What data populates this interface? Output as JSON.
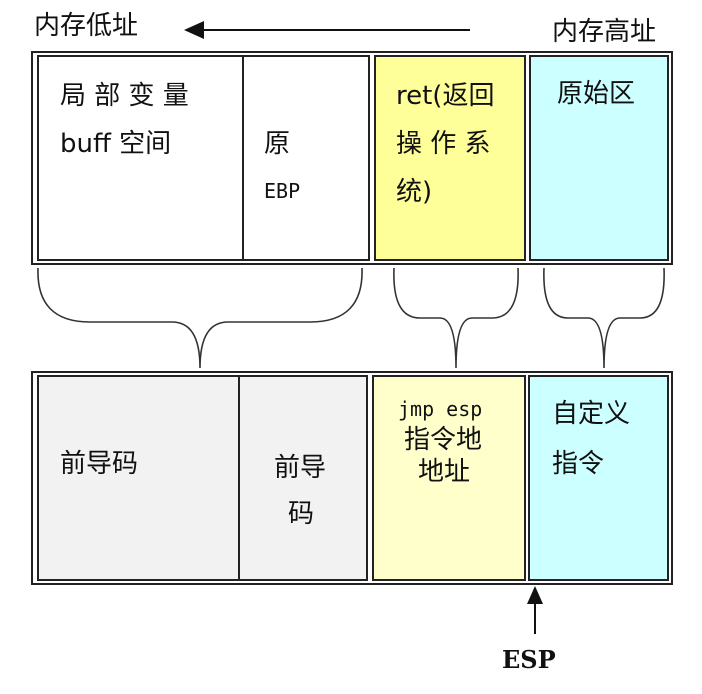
{
  "header": {
    "low_address": "内存低址",
    "high_address": "内存高址"
  },
  "top_row": {
    "local_var": {
      "line1": "局 部 变 量",
      "line2": "buff 空间",
      "color": "#ffffff"
    },
    "orig_ebp": {
      "line1": "原",
      "line2": "EBP",
      "color": "#ffffff"
    },
    "ret": {
      "line1": "ret(返回",
      "line2": "操 作 系",
      "line3": "统)",
      "color": "#ffff99"
    },
    "orig_area": {
      "line1": "原始区",
      "color": "#ccffff"
    }
  },
  "bottom_row": {
    "preamble_1": {
      "line1": "前导码",
      "color": "#f2f2f2"
    },
    "preamble_2": {
      "line1": "前导",
      "line2": "码",
      "color": "#f2f2f2"
    },
    "jmp_esp": {
      "line1": "jmp esp",
      "line2": "指令地",
      "line3": "地址",
      "color": "#ffffcc"
    },
    "custom": {
      "line1": "自定义",
      "line2": "指令",
      "color": "#ccffff"
    }
  },
  "pointer": {
    "label": "ESP"
  }
}
